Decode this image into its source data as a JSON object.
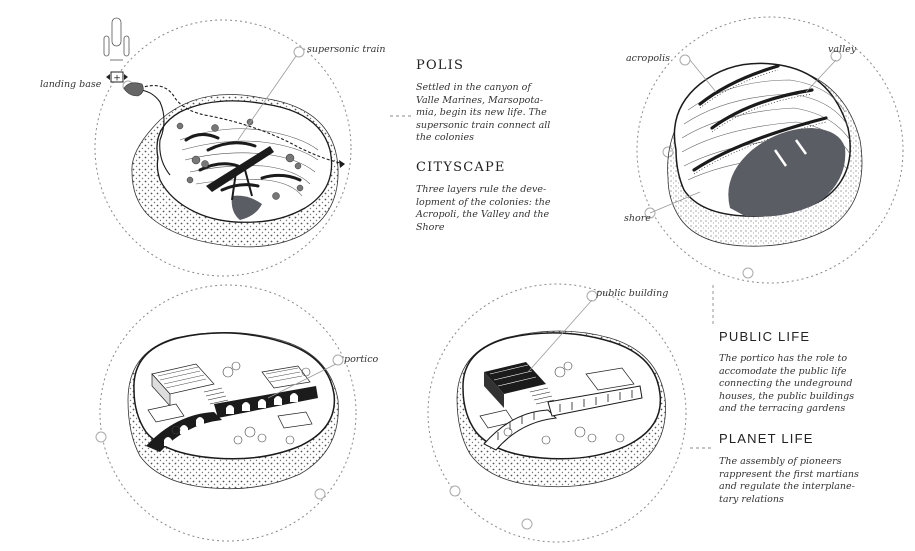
{
  "labels": {
    "supersonic_train": "supersonic train",
    "landing_base": "landing base",
    "acropolis": "acropolis",
    "valley": "valley",
    "shore": "shore",
    "portico": "portico",
    "public_building": "public building"
  },
  "sections": {
    "polis": {
      "title": "POLIS",
      "lines": [
        "Settled in the canyon of",
        "Valle Marines, Marsopota-",
        "mia, begin its new life. The",
        "supersonic train connect all",
        "the colonies"
      ]
    },
    "cityscape": {
      "title": "CITYSCAPE",
      "lines": [
        "Three layers rule the deve-",
        "lopment of the colonies: the",
        "Acropoli, the Valley and the",
        "Shore"
      ]
    },
    "public_life": {
      "title": "PUBLIC LIFE",
      "lines": [
        "The portico has the role to",
        "accomodate the public life",
        "connecting the undeground",
        "houses, the public buildings",
        "and the terracing gardens"
      ]
    },
    "planet_life": {
      "title": "PLANET LIFE",
      "lines": [
        "The assembly of pioneers",
        "rappresent the first martians",
        "and regulate the interplane-",
        "tary relations"
      ]
    }
  },
  "colors": {
    "ink": "#1b1b1b",
    "dark_fill": "#5a5d63",
    "dashed": "#8a8a8a",
    "leader": "#9a9a9a"
  }
}
